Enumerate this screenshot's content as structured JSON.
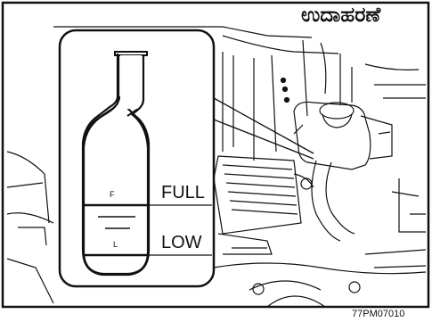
{
  "illustration": {
    "title": "ಉದಾಹರಣೆ",
    "reservoir_labels": {
      "full": "FULL",
      "low": "LOW",
      "f_mark": "F",
      "l_mark": "L"
    },
    "figure_code": "77PM07010"
  },
  "colors": {
    "line": "#111111",
    "background": "#ffffff"
  }
}
